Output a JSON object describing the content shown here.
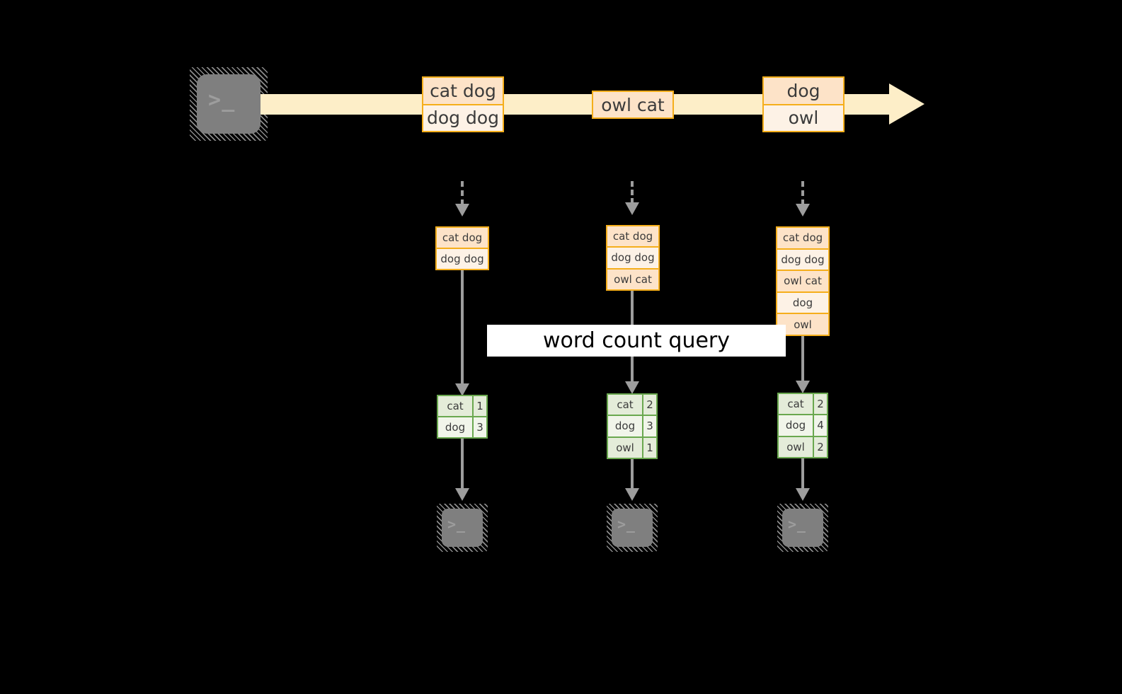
{
  "diagram": {
    "title_label": "word count query",
    "colors": {
      "background": "#000000",
      "stream_band": "#fdeec8",
      "record_border": "#f5ae1b",
      "record_fill_dark": "#fde3c8",
      "record_fill_light": "#fdf2e6",
      "result_border": "#6aa84f",
      "result_fill_dark": "#e4ecd9",
      "result_fill_light": "#f1f5ea",
      "connector": "#9d9d9d",
      "terminal_fill": "#7f7f7f",
      "label_background": "#ffffff",
      "label_text": "#000000"
    }
  },
  "source": {
    "icon": "terminal-icon",
    "prompt_glyph": ">_"
  },
  "stream": {
    "groups": [
      {
        "name": "group-1",
        "rows": [
          {
            "text": "cat dog",
            "shade": "dark"
          },
          {
            "text": "dog dog",
            "shade": "light"
          }
        ]
      },
      {
        "name": "group-2",
        "rows": [
          {
            "text": "owl cat",
            "shade": "dark"
          }
        ]
      },
      {
        "name": "group-3",
        "rows": [
          {
            "text": "dog",
            "shade": "dark"
          },
          {
            "text": "owl",
            "shade": "light"
          }
        ]
      }
    ]
  },
  "snapshots": [
    {
      "name": "snapshot-1",
      "input_rows": [
        {
          "text": "cat dog",
          "shade": "dark"
        },
        {
          "text": "dog dog",
          "shade": "light"
        }
      ],
      "result_rows": [
        {
          "word": "cat",
          "count": "1",
          "shade": "dark"
        },
        {
          "word": "dog",
          "count": "3",
          "shade": "light"
        }
      ],
      "sink": {
        "icon": "terminal-icon",
        "prompt_glyph": ">_"
      }
    },
    {
      "name": "snapshot-2",
      "input_rows": [
        {
          "text": "cat dog",
          "shade": "dark"
        },
        {
          "text": "dog dog",
          "shade": "light"
        },
        {
          "text": "owl cat",
          "shade": "dark"
        }
      ],
      "result_rows": [
        {
          "word": "cat",
          "count": "2",
          "shade": "dark"
        },
        {
          "word": "dog",
          "count": "3",
          "shade": "light"
        },
        {
          "word": "owl",
          "count": "1",
          "shade": "dark"
        }
      ],
      "sink": {
        "icon": "terminal-icon",
        "prompt_glyph": ">_"
      }
    },
    {
      "name": "snapshot-3",
      "input_rows": [
        {
          "text": "cat dog",
          "shade": "dark"
        },
        {
          "text": "dog dog",
          "shade": "light"
        },
        {
          "text": "owl cat",
          "shade": "dark"
        },
        {
          "text": "dog",
          "shade": "light"
        },
        {
          "text": "owl",
          "shade": "dark"
        }
      ],
      "result_rows": [
        {
          "word": "cat",
          "count": "2",
          "shade": "dark"
        },
        {
          "word": "dog",
          "count": "4",
          "shade": "light"
        },
        {
          "word": "owl",
          "count": "2",
          "shade": "dark"
        }
      ],
      "sink": {
        "icon": "terminal-icon",
        "prompt_glyph": ">_"
      }
    }
  ]
}
